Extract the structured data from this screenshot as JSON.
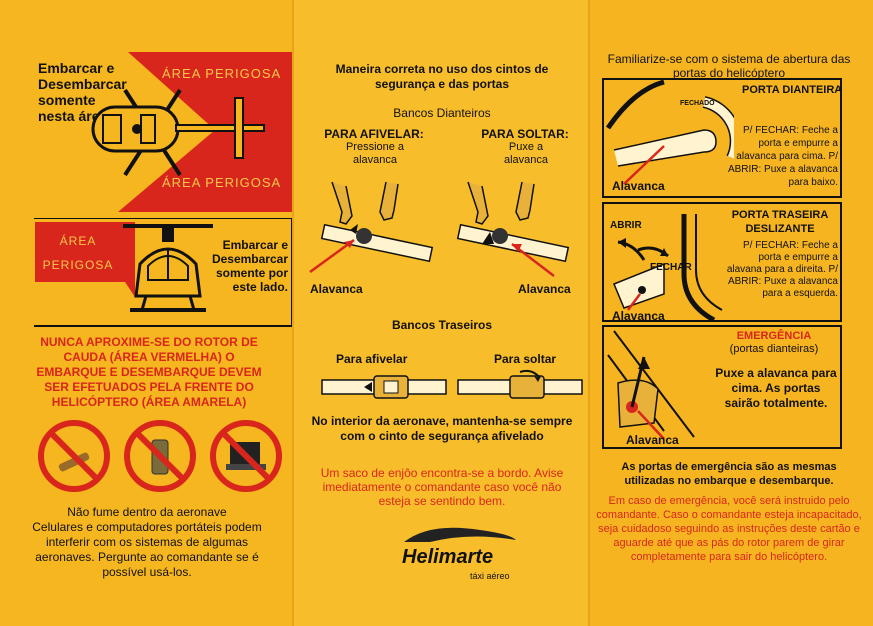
{
  "panel1": {
    "board_text_top": "Embarcar e Desembarcar somente nesta área",
    "danger_label_1": "ÁREA PERIGOSA",
    "danger_label_2": "ÁREA PERIGOSA",
    "area_label_line1": "ÁREA",
    "area_label_line2": "PERIGOSA",
    "board_text_side": "Embarcar e Desembarcar somente por este lado.",
    "warning": "NUNCA APROXIME-SE DO ROTOR DE CAUDA (ÁREA VERMELHA) O EMBARQUE E DESEMBARQUE DEVEM SER EFETUADOS PELA FRENTE DO HELICÓPTERO (ÁREA AMARELA)",
    "no_smoking": "Não fume dentro da aeronave",
    "devices_note": "Celulares e computadores portáteis podem interferir com os sistemas de algumas aeronaves. Pergunte ao comandante se é possível usá-los."
  },
  "panel2": {
    "title": "Maneira correta no uso dos cintos de segurança e das portas",
    "front_seats": "Bancos Dianteiros",
    "to_fasten": "PARA AFIVELAR:",
    "fasten_desc": "Pressione a alavanca",
    "to_release": "PARA SOLTAR:",
    "release_desc": "Puxe a alavanca",
    "lever_left": "Alavanca",
    "lever_right": "Alavanca",
    "rear_seats": "Bancos Traseiros",
    "rear_fasten": "Para afivelar",
    "rear_release": "Para soltar",
    "keep_fastened": "No interior da aeronave, mantenha-se sempre com o cinto de segurança afivelado",
    "sick_bag": "Um saco de enjôo encontra-se a bordo. Avise imediatamente o comandante caso você não esteja se sentindo bem.",
    "brand": "Helimarte",
    "brand_sub": "táxi aéreo"
  },
  "panel3": {
    "title": "Familiarize-se com o sistema de abertura das portas do helicóptero",
    "front_door_title": "PORTA DIANTEIRA",
    "close_tag": "FECHADO",
    "front_door_desc": "P/ FECHAR: Feche a porta e empurre a alavanca para cima. P/ ABRIR: Puxe a alavanca para baixo.",
    "front_lever": "Alavanca",
    "rear_door_title": "PORTA TRASEIRA DESLIZANTE",
    "open_label": "ABRIR",
    "close_label": "FECHAR",
    "rear_door_desc": "P/ FECHAR: Feche a porta e empurre a alavana para a direita. P/ ABRIR: Puxe a alavanca para a esquerda.",
    "rear_lever": "Alavanca",
    "emergency_title": "EMERGÊNCIA",
    "emergency_sub": "(portas dianteiras)",
    "emergency_desc": "Puxe a alavanca para cima. As portas sairão totalmente.",
    "emergency_lever": "Alavanca",
    "emergency_doors_note": "As portas de emergência são as mesmas utilizadas no embarque e desembarque.",
    "emergency_note": "Em caso de emergência, você será instruido pelo comandante. Caso o comandante esteja incapacitado, seja cuidadoso seguindo as instruções deste cartão e aguarde até que as pás do rotor parem de girar completamente para sair do helicóptero."
  },
  "colors": {
    "danger_red": "#d9261c",
    "card_yellow": "#f6b61f"
  },
  "icons": [
    "helicopter-top-icon",
    "helicopter-front-icon",
    "no-smoking-icon",
    "no-phone-icon",
    "no-laptop-icon",
    "belt-buckle-icon",
    "helimarte-logo-icon"
  ]
}
